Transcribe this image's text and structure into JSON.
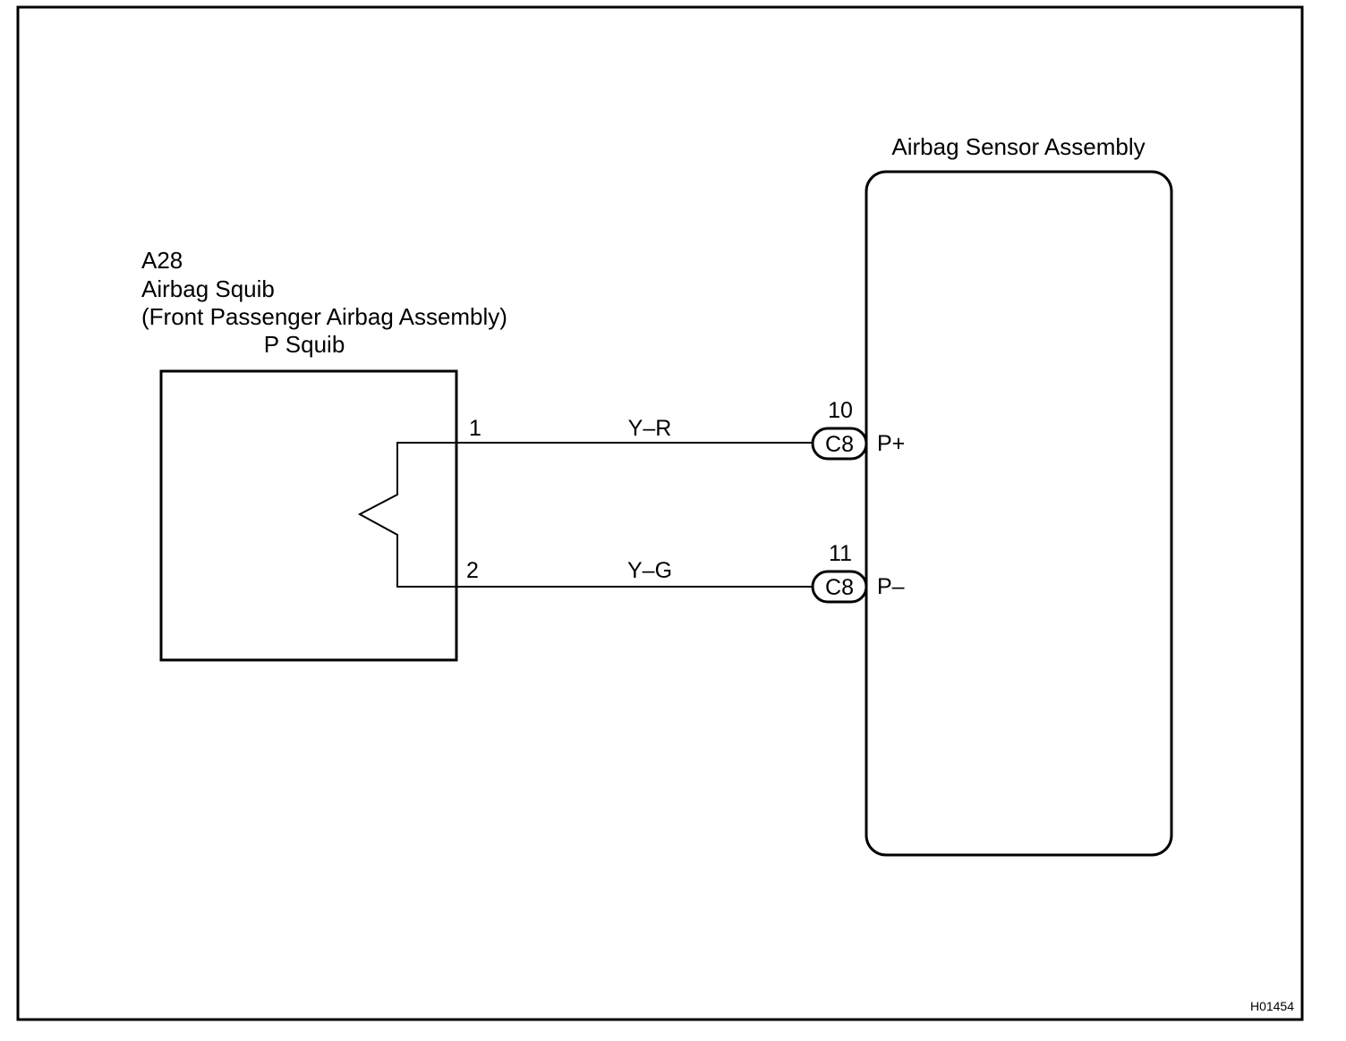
{
  "diagram": {
    "figure_code": "H01454",
    "squib": {
      "connector_id": "A28",
      "name": "Airbag Squib",
      "assembly": "(Front Passenger Airbag Assembly)",
      "circuit": "P Squib"
    },
    "sensor": {
      "name": "Airbag Sensor Assembly"
    },
    "wires": [
      {
        "squib_pin": "1",
        "color_code": "Y–R",
        "ecu_pin": "10",
        "connector": "C8",
        "terminal": "P+"
      },
      {
        "squib_pin": "2",
        "color_code": "Y–G",
        "ecu_pin": "11",
        "connector": "C8",
        "terminal": "P–"
      }
    ]
  }
}
